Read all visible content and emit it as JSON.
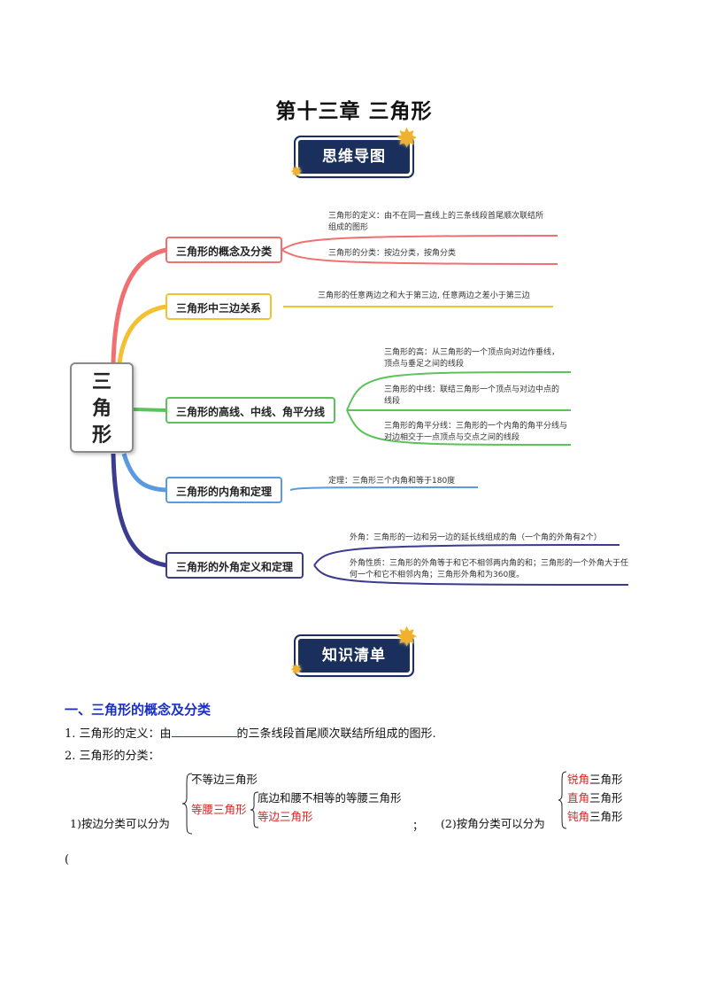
{
  "title": "第十三章 三角形",
  "badges": {
    "mindmap": "思维导图",
    "knowledge": "知识清单"
  },
  "mindmap": {
    "root": "三角形",
    "branches": [
      {
        "label": "三角形的概念及分类",
        "color": "#f07070",
        "leaves": [
          "三角形的定义：由不在同一直线上的三条线段首尾顺次联结所组成的图形",
          "三角形的分类：按边分类，按角分类"
        ]
      },
      {
        "label": "三角形中三边关系",
        "color": "#f5c030",
        "leaves": [
          "三角形的任意两边之和大于第三边, 任意两边之差小于第三边"
        ]
      },
      {
        "label": "三角形的高线、中线、角平分线",
        "color": "#5cc25a",
        "leaves": [
          "三角形的高：从三角形的一个顶点向对边作垂线，顶点与垂足之间的线段",
          "三角形的中线：联结三角形一个顶点与对边中点的线段",
          "三角形的角平分线：三角形的一个内角的角平分线与对边相交于一点顶点与交点之间的线段"
        ]
      },
      {
        "label": "三角形的内角和定理",
        "color": "#5a9ae0",
        "leaves": [
          "定理：三角形三个内角和等于180度"
        ]
      },
      {
        "label": "三角形的外角定义和定理",
        "color": "#3b3b8f",
        "leaves": [
          "外角：三角形的一边和另一边的延长线组成的角（一个角的外角有2个）",
          "外角性质：三角形的外角等于和它不相邻两内角的和；三角形的一个外角大于任何一个和它不相邻内角；三角形外角和为360度。"
        ]
      }
    ]
  },
  "section1": {
    "heading": "一、三角形的概念及分类",
    "item1_prefix": "1. 三角形的定义：由",
    "item1_suffix": "的三条线段首尾顺次联结所组成的图形.",
    "item2": "2. 三角形的分类：",
    "side_lead": "1)按边分类可以分为",
    "side_a": "不等边三角形",
    "side_b": "等腰三角形",
    "side_b1": "底边和腰不相等的等腰三角形",
    "side_b2": "等边三角形",
    "semicolon": "；",
    "angle_lead": "(2)按角分类可以分为",
    "angle_items": [
      {
        "red": "锐角",
        "black": "三角形"
      },
      {
        "red": "直角",
        "black": "三角形"
      },
      {
        "red": "钝角",
        "black": "三角形"
      }
    ],
    "trailing": "("
  }
}
